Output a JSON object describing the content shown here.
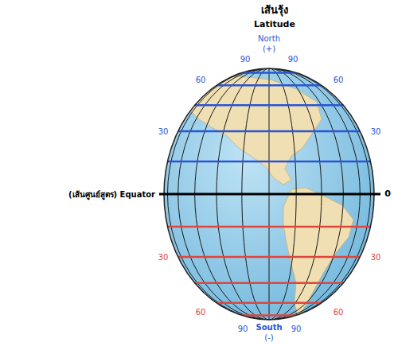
{
  "diagram": {
    "title": "เส้นรุ้ง",
    "labels": [
      "Latitude",
      "North",
      "(+)",
      "90",
      "90",
      "60",
      "60",
      "30",
      "30",
      "(เส้นศูนย์สูตร) Equator",
      "0",
      "30",
      "30",
      "60",
      "60",
      "90",
      "90",
      "South",
      "(-)"
    ]
  }
}
